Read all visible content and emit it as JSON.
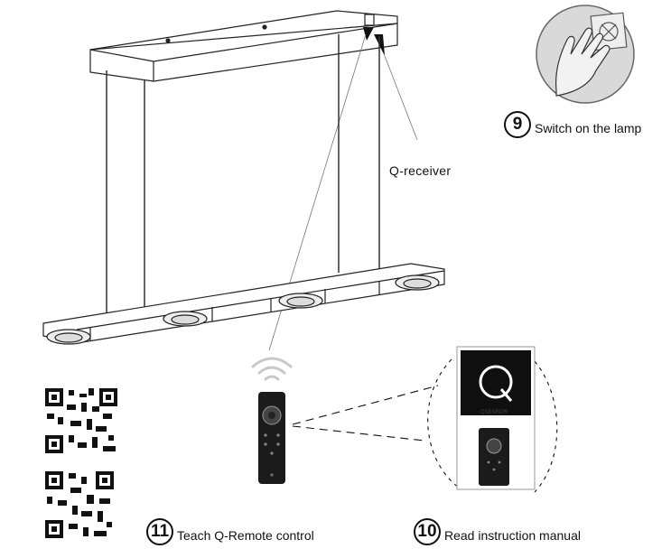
{
  "labels": {
    "receiver": "Q-receiver",
    "manual_brand": "QSENSOR"
  },
  "steps": [
    {
      "number": "9",
      "text": "Switch on the lamp"
    },
    {
      "number": "10",
      "text": "Read instruction manual"
    },
    {
      "number": "11",
      "text": "Teach Q-Remote control"
    }
  ],
  "icons": [
    "hand-switch-icon",
    "wifi-signal-icon",
    "remote-control-icon",
    "qr-code-icon",
    "q-logo-icon",
    "ceiling-lamp-icon"
  ]
}
